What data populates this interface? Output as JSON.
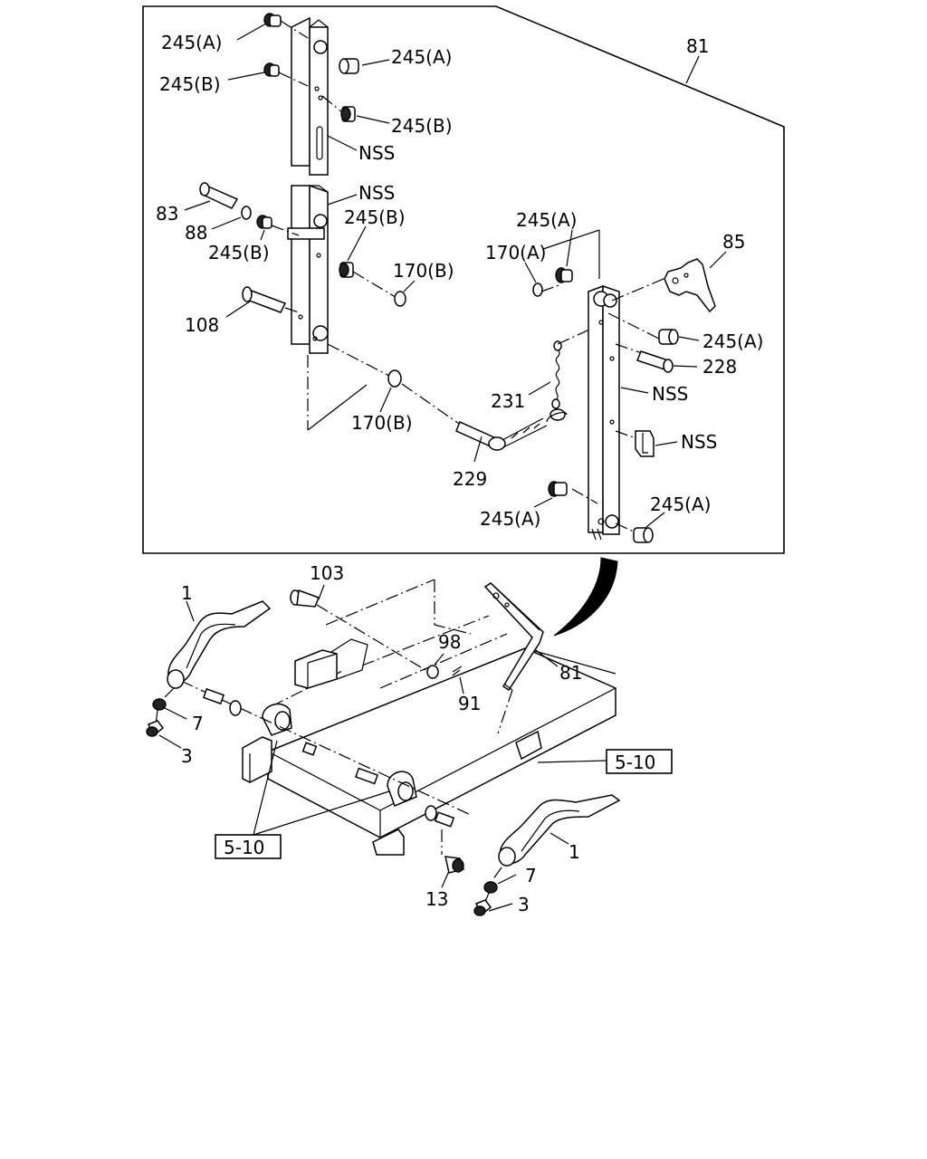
{
  "labels": {
    "l_245a_1": "245(A)",
    "l_245b_1": "245(B)",
    "l_245a_2": "245(A)",
    "l_245b_2": "245(B)",
    "l_nss_1": "NSS",
    "l_81_top": "81",
    "l_nss_2": "NSS",
    "l_83": "83",
    "l_88": "88",
    "l_245b_3": "245(B)",
    "l_245b_4": "245(B)",
    "l_170b_1": "170(B)",
    "l_108": "108",
    "l_170b_2": "170(B)",
    "l_245a_3": "245(A)",
    "l_170a": "170(A)",
    "l_85": "85",
    "l_245a_4": "245(A)",
    "l_228": "228",
    "l_231": "231",
    "l_nss_3": "NSS",
    "l_nss_4": "NSS",
    "l_229": "229",
    "l_245a_5": "245(A)",
    "l_245a_6": "245(A)",
    "l_103": "103",
    "l_1_a": "1",
    "l_98": "98",
    "l_81_bot": "81",
    "l_91": "91",
    "l_7_a": "7",
    "l_3_a": "3",
    "l_510_a": "5-10",
    "l_510_b": "5-10",
    "l_1_b": "1",
    "l_7_b": "7",
    "l_13": "13",
    "l_3_b": "3"
  }
}
